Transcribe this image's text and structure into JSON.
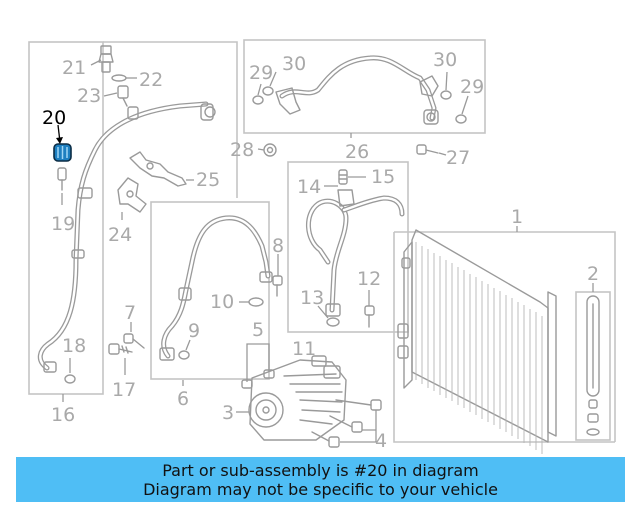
{
  "diagram": {
    "callouts": [
      {
        "id": "callout-21",
        "label": "21",
        "highlight": false
      },
      {
        "id": "callout-22",
        "label": "22",
        "highlight": false
      },
      {
        "id": "callout-23",
        "label": "23",
        "highlight": false
      },
      {
        "id": "callout-20",
        "label": "20",
        "highlight": true
      },
      {
        "id": "callout-19",
        "label": "19",
        "highlight": false
      },
      {
        "id": "callout-24",
        "label": "24",
        "highlight": false
      },
      {
        "id": "callout-25",
        "label": "25",
        "highlight": false
      },
      {
        "id": "callout-16",
        "label": "16",
        "highlight": false
      },
      {
        "id": "callout-18",
        "label": "18",
        "highlight": false
      },
      {
        "id": "callout-17",
        "label": "17",
        "highlight": false
      },
      {
        "id": "callout-7",
        "label": "7",
        "highlight": false
      },
      {
        "id": "callout-29-left",
        "label": "29",
        "highlight": false
      },
      {
        "id": "callout-30-left",
        "label": "30",
        "highlight": false
      },
      {
        "id": "callout-30-right",
        "label": "30",
        "highlight": false
      },
      {
        "id": "callout-29-right",
        "label": "29",
        "highlight": false
      },
      {
        "id": "callout-28",
        "label": "28",
        "highlight": false
      },
      {
        "id": "callout-26",
        "label": "26",
        "highlight": false
      },
      {
        "id": "callout-27",
        "label": "27",
        "highlight": false
      },
      {
        "id": "callout-14",
        "label": "14",
        "highlight": false
      },
      {
        "id": "callout-15",
        "label": "15",
        "highlight": false
      },
      {
        "id": "callout-8",
        "label": "8",
        "highlight": false
      },
      {
        "id": "callout-12",
        "label": "12",
        "highlight": false
      },
      {
        "id": "callout-13",
        "label": "13",
        "highlight": false
      },
      {
        "id": "callout-11",
        "label": "11",
        "highlight": false
      },
      {
        "id": "callout-10",
        "label": "10",
        "highlight": false
      },
      {
        "id": "callout-9",
        "label": "9",
        "highlight": false
      },
      {
        "id": "callout-6",
        "label": "6",
        "highlight": false
      },
      {
        "id": "callout-5",
        "label": "5",
        "highlight": false
      },
      {
        "id": "callout-3",
        "label": "3",
        "highlight": false
      },
      {
        "id": "callout-4",
        "label": "4",
        "highlight": false
      },
      {
        "id": "callout-1",
        "label": "1",
        "highlight": false
      },
      {
        "id": "callout-2",
        "label": "2",
        "highlight": false
      }
    ]
  },
  "banner": {
    "line1": "Part or sub-assembly is #20 in diagram",
    "line2": "Diagram may not be specific to your vehicle"
  },
  "colors": {
    "banner_background": "#4fbef5",
    "highlight_part": "#1d7fc0",
    "line_art": "#9a9a9a",
    "callout_text": "#a9a9a9"
  }
}
